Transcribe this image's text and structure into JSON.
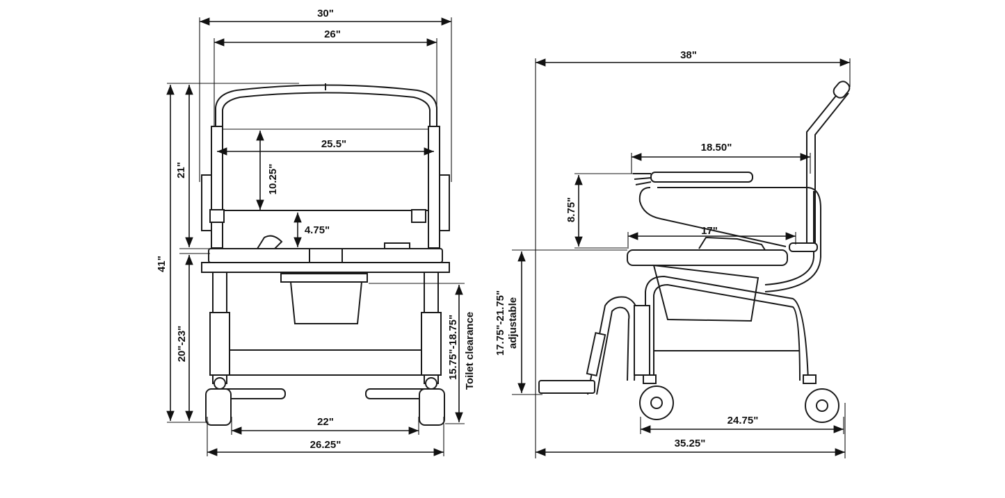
{
  "front_view": {
    "overall_width": "30\"",
    "inner_width": "26\"",
    "back_width": "25.5\"",
    "back_height": "10.25\"",
    "armrest_gap": "4.75\"",
    "back_to_seat": "21\"",
    "overall_height": "41\"",
    "seat_height": "20\"-23\"",
    "toilet_clearance_range": "15.75\"-18.75\"",
    "toilet_clearance_label": "Toilet clearance",
    "wheel_inner": "22\"",
    "wheel_outer": "26.25\""
  },
  "side_view": {
    "overall_length": "38\"",
    "armrest_length": "18.50\"",
    "armrest_height": "8.75\"",
    "seat_depth": "17\"",
    "seat_height_range": "17.75\"-21.75\"",
    "seat_height_note": "adjustable",
    "wheelbase": "24.75\"",
    "base_length": "35.25\""
  }
}
